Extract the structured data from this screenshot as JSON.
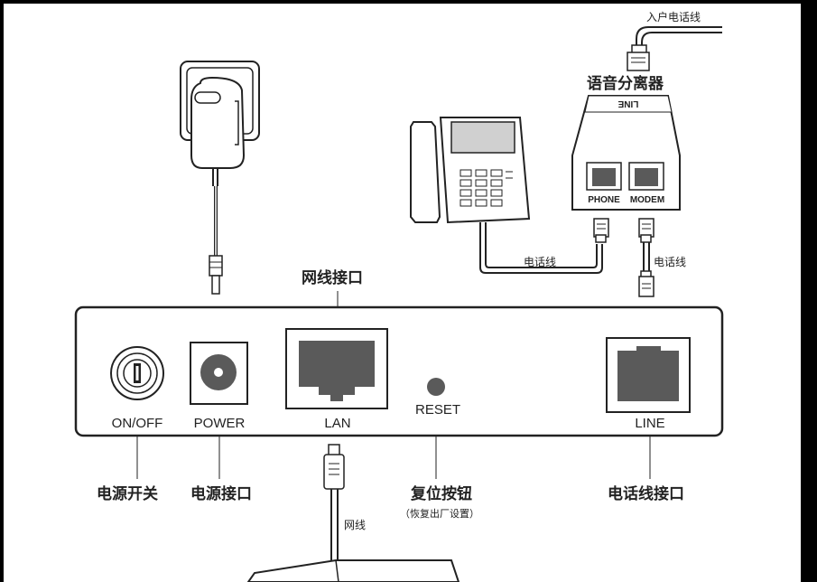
{
  "labels": {
    "incoming_line": "入户电话线",
    "splitter_title": "语音分离器",
    "splitter_line_port": "LINE",
    "splitter_phone_port": "PHONE",
    "splitter_modem_port": "MODEM",
    "phone_cable_left": "电话线",
    "phone_cable_right": "电话线",
    "lan_port_title": "网线接口",
    "onoff": "ON/OFF",
    "power": "POWER",
    "lan": "LAN",
    "reset": "RESET",
    "line": "LINE",
    "power_switch": "电源开关",
    "power_jack": "电源接口",
    "reset_button": "复位按钮",
    "reset_note": "（恢复出厂设置）",
    "phone_line_jack": "电话线接口",
    "network_cable": "网线"
  },
  "colors": {
    "background": "#000000",
    "panel": "#ffffff",
    "ink": "#222222",
    "port_fill": "#5a5a5a",
    "screen_fill": "#d0d0d0"
  }
}
